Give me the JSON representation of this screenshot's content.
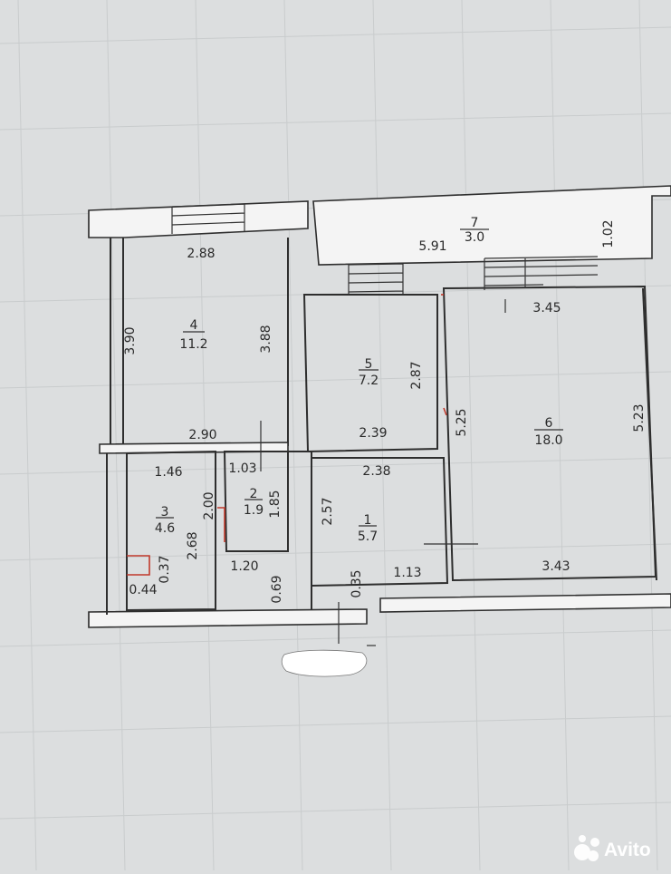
{
  "plan": {
    "rooms": [
      {
        "number": "1",
        "area": "5.7"
      },
      {
        "number": "2",
        "area": "1.9"
      },
      {
        "number": "3",
        "area": "4.6"
      },
      {
        "number": "4",
        "area": "11.2"
      },
      {
        "number": "5",
        "area": "7.2"
      },
      {
        "number": "6",
        "area": "18.0"
      },
      {
        "number": "7",
        "area": "3.0"
      }
    ],
    "dimensions": {
      "d_2_88": "2.88",
      "d_3_90": "3.90",
      "d_3_88": "3.88",
      "d_2_90": "2.90",
      "d_5_91": "5.91",
      "d_1_02": "1.02",
      "d_3_45": "3.45",
      "d_2_87": "2.87",
      "d_2_39": "2.39",
      "d_5_25": "5.25",
      "d_5_23": "5.23",
      "d_2_38": "2.38",
      "d_1_46": "1.46",
      "d_1_03": "1.03",
      "d_2_00": "2.00",
      "d_1_85": "1.85",
      "d_2_57": "2.57",
      "d_2_68": "2.68",
      "d_0_37": "0.37",
      "d_1_20": "1.20",
      "d_0_44": "0.44",
      "d_0_69": "0.69",
      "d_0_35": "0.35",
      "d_1_13": "1.13",
      "d_3_43": "3.43"
    }
  },
  "watermark": {
    "brand": "Avito"
  },
  "colors": {
    "background": "#dcdedf",
    "paper": "#f4f4f4",
    "line": "#2e2e2e",
    "accent_red": "#c0392b",
    "watermark": "#ffffff"
  }
}
